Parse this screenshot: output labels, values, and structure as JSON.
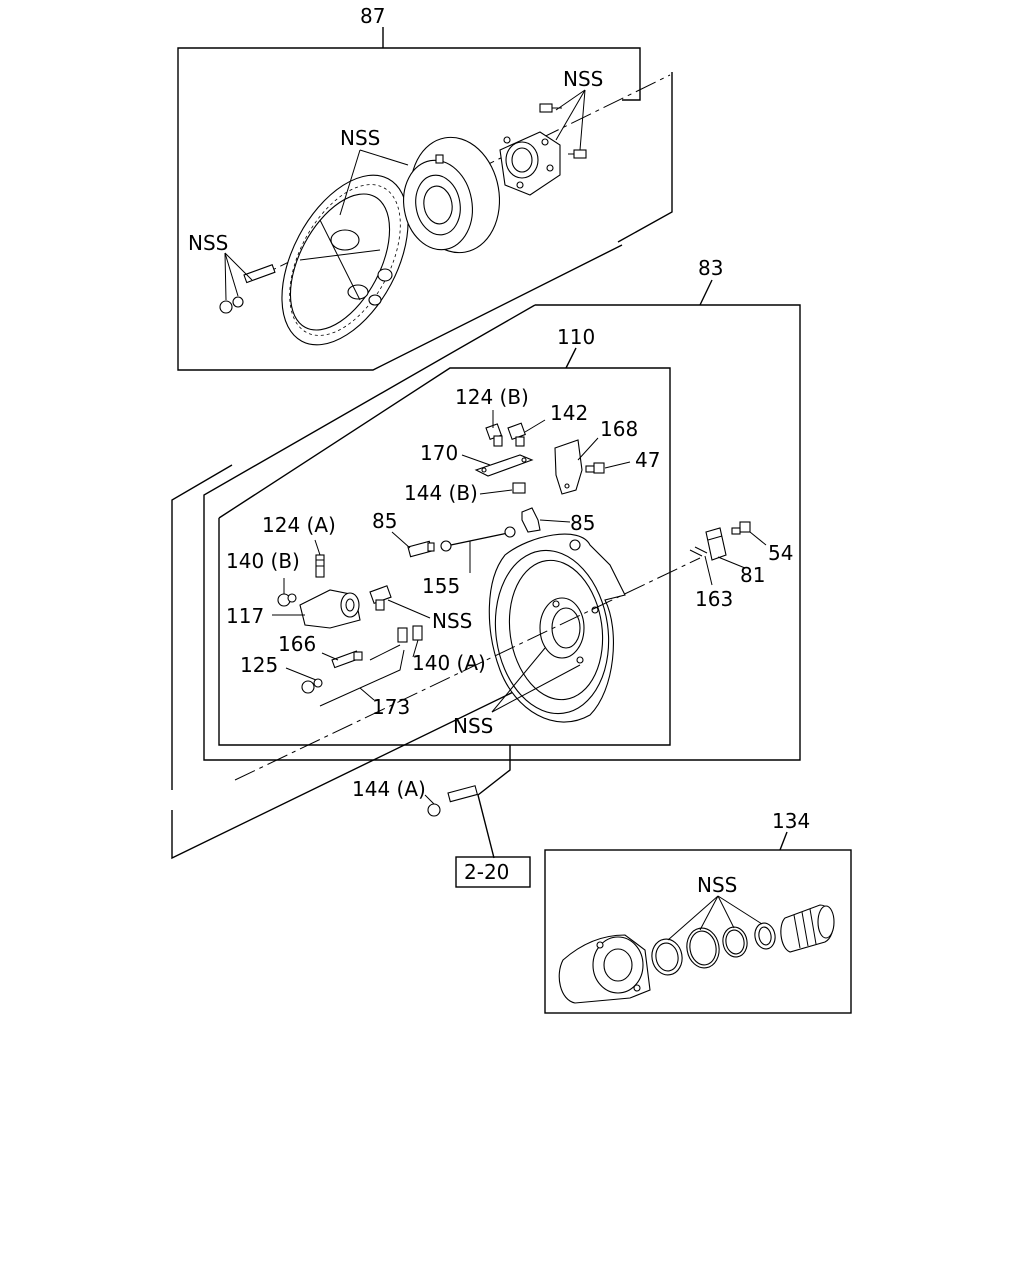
{
  "assemblies": [
    {
      "id": "87",
      "label": "87"
    },
    {
      "id": "83",
      "label": "83"
    },
    {
      "id": "110",
      "label": "110"
    },
    {
      "id": "134",
      "label": "134"
    }
  ],
  "callouts": {
    "nss_top_right": "NSS",
    "nss_gear": "NSS",
    "nss_left": "NSS",
    "l124b": "124 (B)",
    "l142": "142",
    "l168": "168",
    "l170": "170",
    "l47": "47",
    "l144b": "144 (B)",
    "l85a": "85",
    "l85b": "85",
    "l124a": "124 (A)",
    "l140b": "140 (B)",
    "l117": "117",
    "l155": "155",
    "nss_actuator": "NSS",
    "l166": "166",
    "l125": "125",
    "l140a": "140 (A)",
    "l173": "173",
    "nss_housing": "NSS",
    "l54": "54",
    "l81": "81",
    "l163": "163",
    "l144a": "144 (A)",
    "nss_134": "NSS"
  },
  "page_ref": "2-20"
}
